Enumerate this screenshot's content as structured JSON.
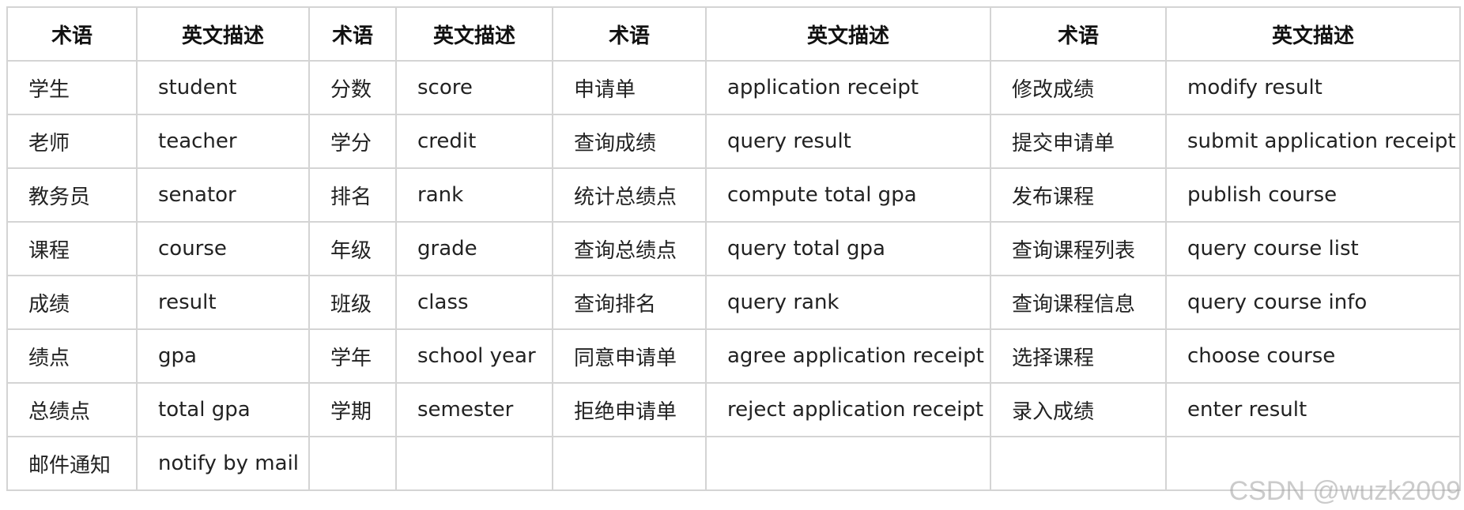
{
  "headers": [
    "术语",
    "英文描述",
    "术语",
    "英文描述",
    "术语",
    "英文描述",
    "术语",
    "英文描述"
  ],
  "rows": [
    [
      "学生",
      "student",
      "分数",
      "score",
      "申请单",
      "application receipt",
      "修改成绩",
      "modify result"
    ],
    [
      "老师",
      "teacher",
      "学分",
      "credit",
      "查询成绩",
      "query result",
      "提交申请单",
      "submit application receipt"
    ],
    [
      "教务员",
      "senator",
      "排名",
      "rank",
      "统计总绩点",
      "compute total gpa",
      "发布课程",
      "publish course"
    ],
    [
      "课程",
      "course",
      "年级",
      "grade",
      "查询总绩点",
      "query total gpa",
      "查询课程列表",
      "query course list"
    ],
    [
      "成绩",
      "result",
      "班级",
      "class",
      "查询排名",
      "query rank",
      "查询课程信息",
      "query course info"
    ],
    [
      "绩点",
      "gpa",
      "学年",
      "school year",
      "同意申请单",
      "agree application receipt",
      "选择课程",
      "choose course"
    ],
    [
      "总绩点",
      "total gpa",
      "学期",
      "semester",
      "拒绝申请单",
      "reject application receipt",
      "录入成绩",
      "enter result"
    ],
    [
      "邮件通知",
      "notify by mail",
      "",
      "",
      "",
      "",
      "",
      ""
    ]
  ],
  "watermark": "CSDN @wuzk2009"
}
